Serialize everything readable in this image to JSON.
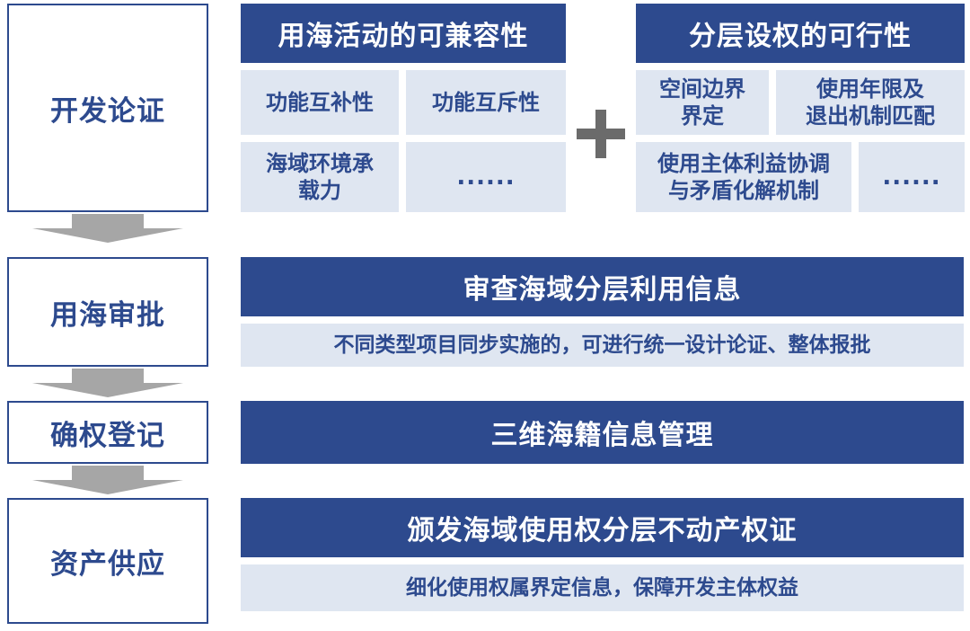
{
  "stages": [
    "开发论证",
    "用海审批",
    "确权登记",
    "资产供应"
  ],
  "development": {
    "left_title": "用海活动的可兼容性",
    "left_cells": [
      "功能互补性",
      "功能互斥性",
      "海域环境承\n载力",
      "......"
    ],
    "right_title": "分层设权的可行性",
    "right_cells": [
      "空间边界\n界定",
      "使用年限及\n退出机制匹配",
      "使用主体利益协调\n与矛盾化解机制",
      "......"
    ]
  },
  "approval": {
    "title": "审查海域分层利用信息",
    "detail": "不同类型项目同步实施的，可进行统一设计论证、整体报批"
  },
  "registration": {
    "title": "三维海籍信息管理"
  },
  "supply": {
    "title": "颁发海域使用权分层不动产权证",
    "detail": "细化使用权属界定信息，保障开发主体权益"
  },
  "colors": {
    "primary_blue": "#2d4a8e",
    "light_blue": "#dfe6f1",
    "arrow_gray": "#a6a6a6",
    "plus_gray": "#6b6b6b"
  }
}
